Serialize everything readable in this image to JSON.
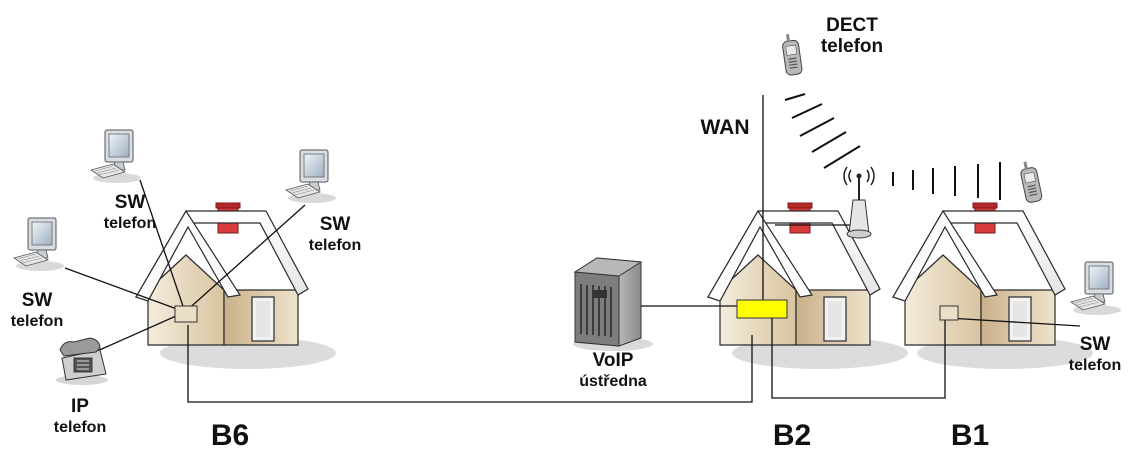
{
  "buildings": [
    {
      "id": "b6",
      "label": "B6"
    },
    {
      "id": "b2",
      "label": "B2"
    },
    {
      "id": "b1",
      "label": "B1"
    }
  ],
  "sw_phone": {
    "line1": "SW",
    "line2": "telefon"
  },
  "ip_phone": {
    "line1": "IP",
    "line2": "telefon"
  },
  "voip_pbx": {
    "line1": "VoIP",
    "line2": "ústředna"
  },
  "wan": {
    "label": "WAN"
  },
  "dect_phone": {
    "line1": "DECT",
    "line2": "telefon"
  },
  "colors": {
    "line": "#111111",
    "chimney": "#d93a3a",
    "switch_highlight": "#ffff00",
    "house_wall": "#e9dcc3",
    "house_roof": "#f7f7f7"
  }
}
